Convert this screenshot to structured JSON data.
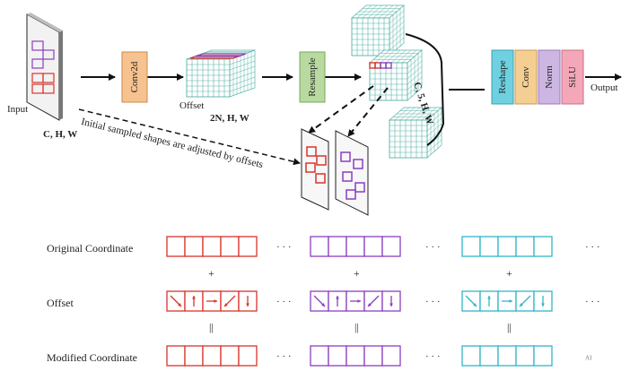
{
  "top": {
    "input_label": "Input",
    "input_dims": "C, H, W",
    "conv2d_label": "Conv2d",
    "offset_label": "Offset",
    "offset_dims": "2N, H, W",
    "resample_label": "Resample",
    "resample_dims": "C, 5, H, W",
    "adjust_caption": "Initial sampled shapes are adjusted by offsets",
    "blocks": [
      "Reshape",
      "Conv",
      "Norm",
      "SiLU"
    ],
    "output_label": "Output"
  },
  "colors": {
    "conv2d": "#f6c28f",
    "resample": "#b8d9a0",
    "reshape": "#6fd1e0",
    "conv": "#f5cf92",
    "norm": "#cdb6e2",
    "silu": "#f4a7b9",
    "red": "#d9342b",
    "purple": "#8b3fbf",
    "cyan": "#2fb6c9",
    "grid": "#54b2a6"
  },
  "bottom": {
    "row_labels": [
      "Original Coordinate",
      "Offset",
      "Modified Coordinate"
    ],
    "plus": "+",
    "equals": "||",
    "ellipsis": "· · ·",
    "groups": [
      {
        "color": "red",
        "arrows": [
          "down-right",
          "up",
          "right",
          "down-left",
          "down"
        ]
      },
      {
        "color": "purple",
        "arrows": [
          "down-right",
          "up",
          "right",
          "down-left",
          "down"
        ]
      },
      {
        "color": "cyan",
        "arrows": [
          "down-right",
          "up",
          "right",
          "down-left",
          "down"
        ]
      }
    ]
  },
  "watermark": "ᴬᴵ"
}
